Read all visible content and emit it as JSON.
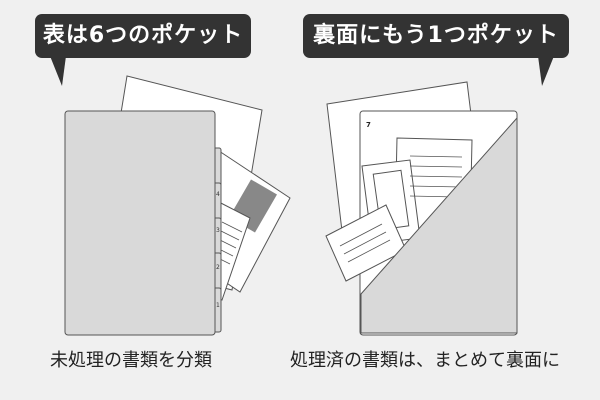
{
  "left_panel": {
    "bubble_label": "表は6つのポケット",
    "caption": "未処理の書類を分類",
    "tab_numbers": [
      "4",
      "3",
      "2",
      "1"
    ]
  },
  "right_panel": {
    "bubble_label": "裏面にもう1つポケット",
    "caption": "処理済の書類は、まとめて裏面に",
    "page_number": "7"
  },
  "colors": {
    "background": "#f0f0f0",
    "bubble": "#333333",
    "folder": "#d9d9d9",
    "folder_edge": "#555555",
    "paper": "#ffffff",
    "sticky": "#888888"
  }
}
